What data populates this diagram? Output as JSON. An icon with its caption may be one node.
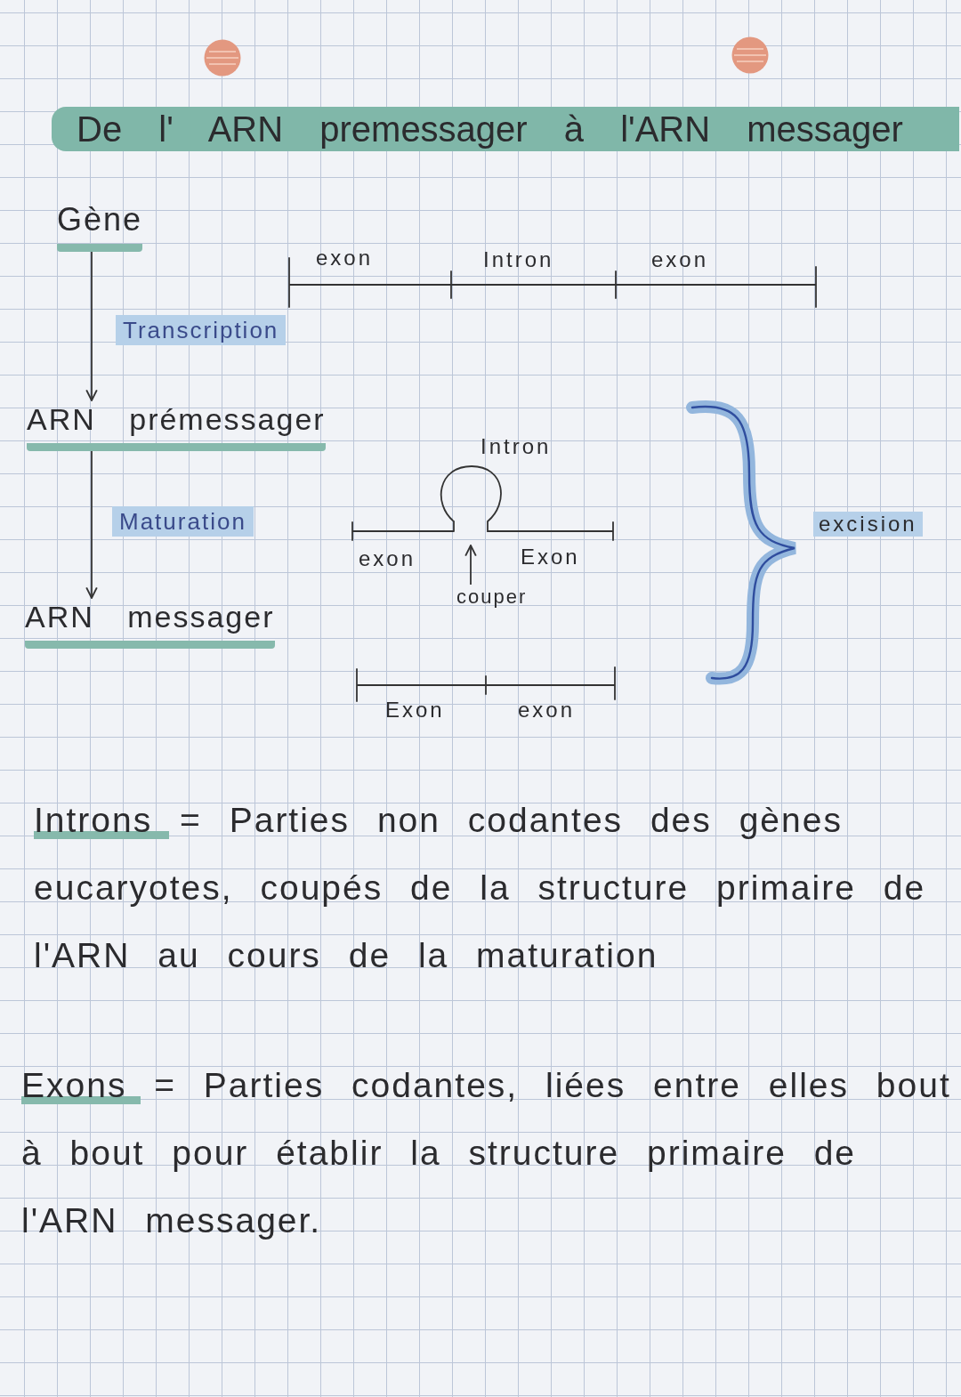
{
  "diagram": {
    "title": "De l' ARN premessager à l'ARN messager",
    "nodes": [
      {
        "text": [
          "Gène"
        ]
      },
      {
        "text": [
          "ARN prémessager"
        ]
      },
      {
        "text": [
          "couper"
        ]
      },
      {
        "text": [
          "ARN messager"
        ]
      }
    ],
    "edges": [
      {
        "from": 0,
        "to": 1,
        "arrow": "to",
        "label": "Transcription"
      },
      {
        "from": 1,
        "to": 3,
        "arrow": "to",
        "label": "Maturation"
      },
      {
        "from": 2,
        "to": null,
        "arrow": "to"
      }
    ],
    "labels": [
      "exon",
      "Intron",
      "exon",
      "Intron",
      "excision",
      "exon",
      "Exon",
      "Exon",
      "exon",
      "Introns = Parties non codantes des gènes eucaryotes, coupés de la structure primaire de l'ARN au cours de la maturation",
      "Exons = Parties codantes, liées entre elles bout à bout pour établir la structure primaire de l'ARN messager."
    ]
  }
}
